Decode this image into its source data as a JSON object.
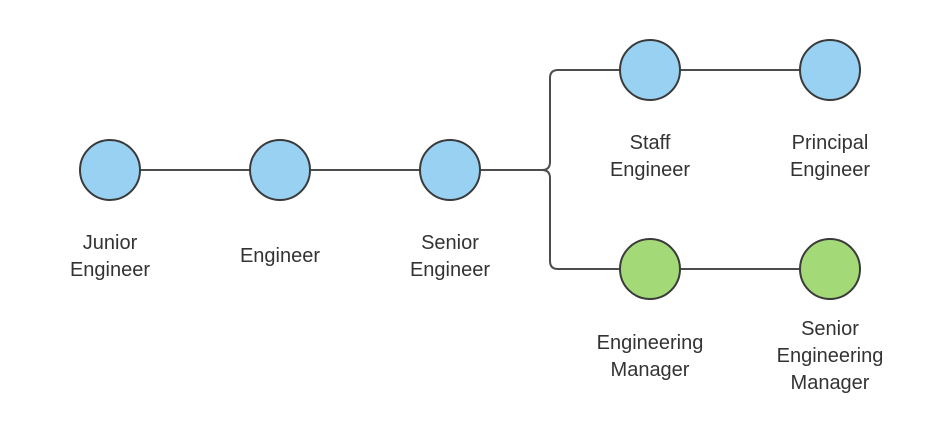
{
  "colors": {
    "technical_track": "#99d1f2",
    "management_track": "#a3d977",
    "connector": "#4d4d4d",
    "node_stroke": "#3a3a3a",
    "text": "#333333"
  },
  "nodes": [
    {
      "id": "junior-engineer",
      "track": "technical",
      "label_lines": [
        "Junior",
        "Engineer"
      ]
    },
    {
      "id": "engineer",
      "track": "technical",
      "label_lines": [
        "Engineer"
      ]
    },
    {
      "id": "senior-engineer",
      "track": "technical",
      "label_lines": [
        "Senior",
        "Engineer"
      ]
    },
    {
      "id": "staff-engineer",
      "track": "technical",
      "label_lines": [
        "Staff",
        "Engineer"
      ]
    },
    {
      "id": "principal-engineer",
      "track": "technical",
      "label_lines": [
        "Principal",
        "Engineer"
      ]
    },
    {
      "id": "engineering-manager",
      "track": "management",
      "label_lines": [
        "Engineering",
        "Manager"
      ]
    },
    {
      "id": "senior-engineering-manager",
      "track": "management",
      "label_lines": [
        "Senior",
        "Engineering",
        "Manager"
      ]
    }
  ],
  "edges": [
    {
      "from": "junior-engineer",
      "to": "engineer"
    },
    {
      "from": "engineer",
      "to": "senior-engineer"
    },
    {
      "from": "senior-engineer",
      "to": "staff-engineer"
    },
    {
      "from": "senior-engineer",
      "to": "engineering-manager"
    },
    {
      "from": "staff-engineer",
      "to": "principal-engineer"
    },
    {
      "from": "engineering-manager",
      "to": "senior-engineering-manager"
    }
  ]
}
